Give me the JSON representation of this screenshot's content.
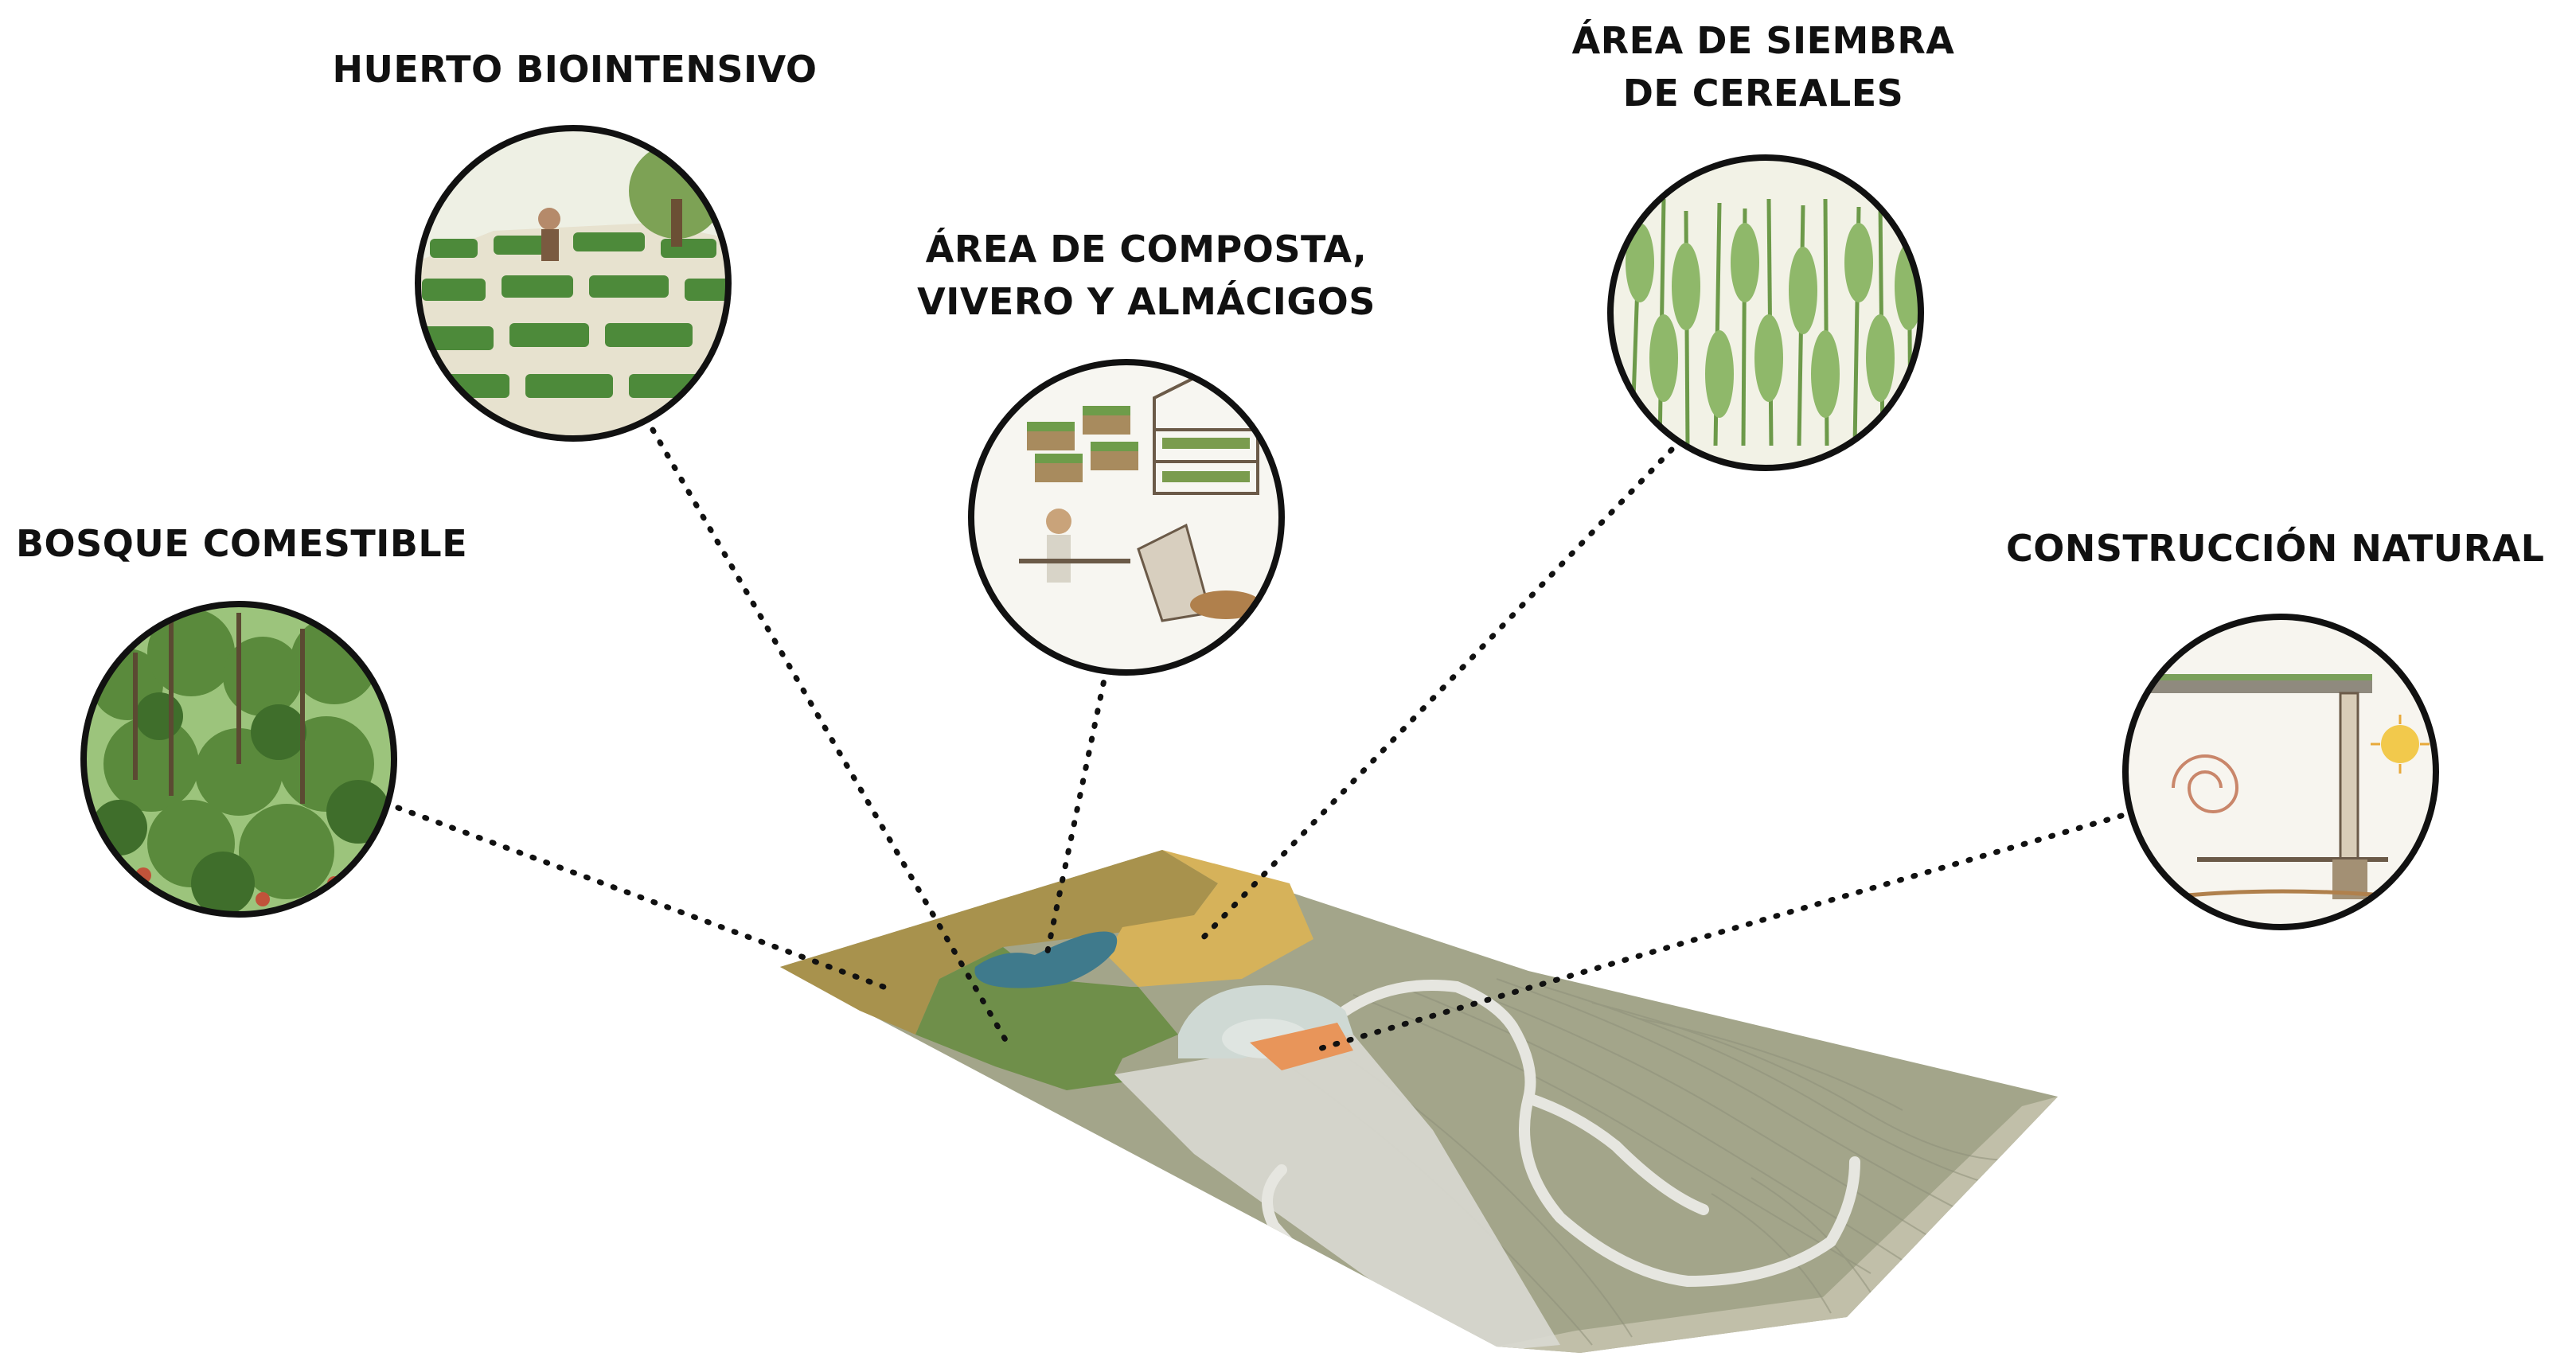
{
  "zones": {
    "bosque": {
      "label_lines": [
        "BOSQUE COMESTIBLE"
      ],
      "icon": "forest-illustration",
      "color": "#5f8a3a"
    },
    "huerto": {
      "label_lines": [
        "HUERTO BIOINTENSIVO"
      ],
      "icon": "garden-beds-illustration",
      "color": "#6f8f4a"
    },
    "composta": {
      "label_lines": [
        "ÁREA DE COMPOSTA,",
        "VIVERO Y ALMÁCIGOS"
      ],
      "icon": "compost-nursery-illustration",
      "color": "#3f7a8c"
    },
    "cereales": {
      "label_lines": [
        "ÁREA DE SIEMBRA",
        "DE CEREALES"
      ],
      "icon": "cereal-field-illustration",
      "color": "#d6b25a"
    },
    "construccion": {
      "label_lines": [
        "CONSTRUCCIÓN NATURAL"
      ],
      "icon": "natural-building-illustration",
      "color": "#e8955a"
    }
  },
  "colors": {
    "terrain": "#a3a58a",
    "terrain_light": "#c8c7b3",
    "road": "#e2e2dc",
    "zone_bosque": "#a8924d",
    "zone_huerto": "#6f8f4a",
    "zone_composta": "#3f7a8c",
    "zone_cereales": "#d6b25a",
    "zone_circle": "#cfd9d4",
    "zone_construccion": "#e8955a",
    "leader_line": "#111111"
  }
}
